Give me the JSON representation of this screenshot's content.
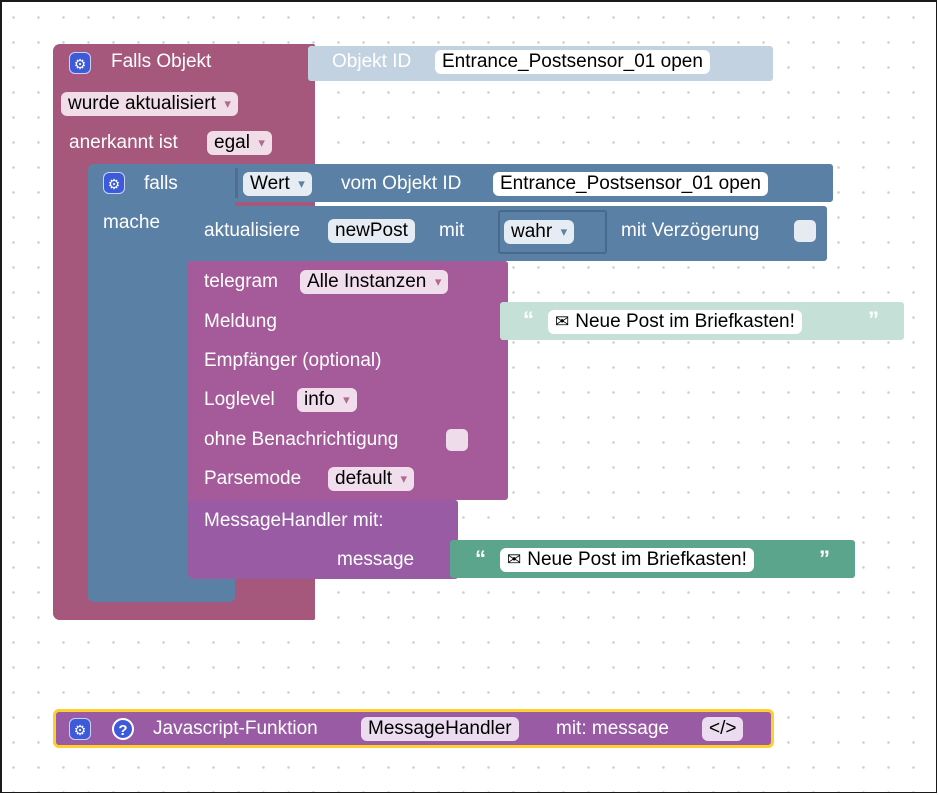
{
  "trigger": {
    "title": "Falls Objekt",
    "objekt_id_label": "Objekt ID",
    "objekt_id_value": "Entrance_Postsensor_01 open",
    "update_mode": "wurde aktualisiert",
    "ack_label": "anerkannt ist",
    "ack_value": "egal"
  },
  "if_block": {
    "falls_label": "falls",
    "mache_label": "mache",
    "wert_value": "Wert",
    "vom_objekt_label": "vom Objekt ID",
    "vom_objekt_value": "Entrance_Postsensor_01 open"
  },
  "update_block": {
    "label": "aktualisiere",
    "variable": "newPost",
    "mit_label": "mit",
    "bool_value": "wahr",
    "delay_label": "mit Verzögerung"
  },
  "telegram_block": {
    "label": "telegram",
    "instances": "Alle Instanzen",
    "meldung_label": "Meldung",
    "meldung_text": "Neue Post im Briefkasten!",
    "empfaenger_label": "Empfänger (optional)",
    "loglevel_label": "Loglevel",
    "loglevel_value": "info",
    "silent_label": "ohne Benachrichtigung",
    "parsemode_label": "Parsemode",
    "parsemode_value": "default"
  },
  "handler_call": {
    "label": "MessageHandler  mit:",
    "param_label": "message",
    "param_text": "Neue Post im Briefkasten!"
  },
  "function_block": {
    "label": "Javascript-Funktion",
    "name": "MessageHandler",
    "params": "mit: message",
    "code_button": "</>"
  },
  "icons": {
    "gear": "gear-icon",
    "help": "help-icon",
    "mail": "mail-icon",
    "dropdown": "chevron-down-icon"
  },
  "colors": {
    "trigger_block": "#a5587c",
    "logic_block": "#5b80a5",
    "telegram_block": "#a55b99",
    "procedure_block": "#9a5ba5",
    "text_block": "#5ba58c",
    "text_block_faded": "#c5e0d6",
    "objekt_id_faded": "#c3d2e0",
    "function_border": "#ffcf2f",
    "gear_icon": "#3d5bd8"
  }
}
